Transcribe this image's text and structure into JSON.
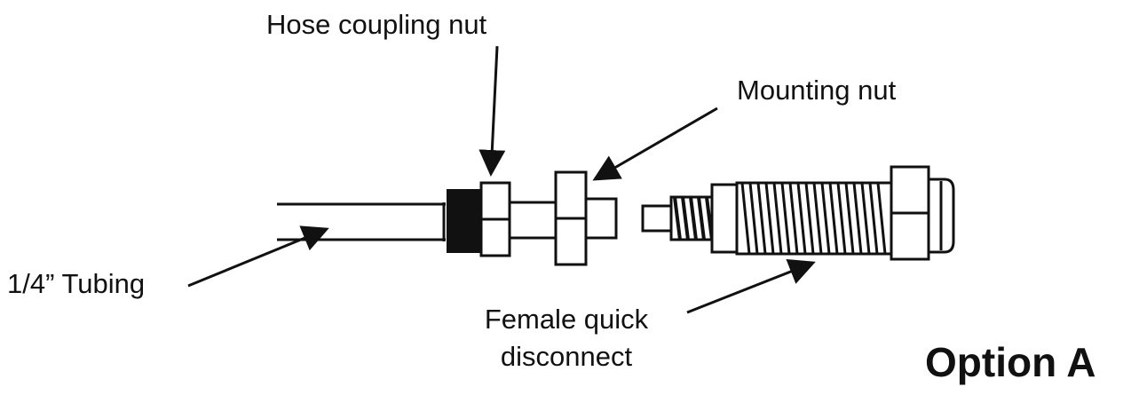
{
  "labels": {
    "hose_coupling_nut": "Hose coupling nut",
    "mounting_nut": "Mounting nut",
    "tubing": "1/4” Tubing",
    "female_quick_disconnect_line1": "Female quick",
    "female_quick_disconnect_line2": "disconnect"
  },
  "title": "Option A",
  "colors": {
    "ink": "#111111",
    "background": "#ffffff"
  }
}
